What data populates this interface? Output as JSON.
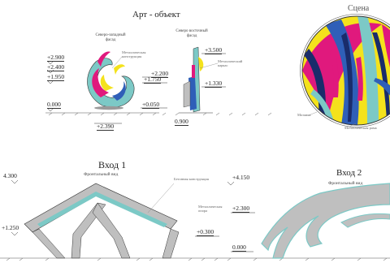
{
  "art_object": {
    "title": "Арт - объект",
    "elev_2900": "+2.900",
    "elev_2400": "+2.400",
    "elev_1950": "+1.950",
    "elev_0000": "0.000",
    "elev_2200": "+2.200",
    "elev_1750": "+1.750",
    "elev_0050": "+0.050",
    "elev_2390": "+2.390",
    "elev_3500": "+3.500",
    "elev_1330": "+1.330",
    "elev_0900": "0.900",
    "caption_ne_facade": "Северо-западный фасад",
    "caption_nw_facade": "Северо восточный фасад",
    "lead_material": "Металлическая конструкция",
    "lead_frame": "Металлический каркас"
  },
  "stage": {
    "title": "Сцена",
    "lead_left": "Мозаика",
    "lead_bottom": "Металлическая рама"
  },
  "entrance1": {
    "title": "Вход 1",
    "subtitle": "Фронтальный вид",
    "elev_4300": "4.300",
    "elev_1250": "+1.250",
    "elev_4150": "+4.150",
    "elev_2300": "+2.300",
    "elev_0300": "+0.300",
    "elev_0000": "0.000",
    "lead_1": "Бетонная конструкция",
    "lead_2": "Металлическая опора"
  },
  "entrance2": {
    "title": "Вход 2",
    "subtitle": "Фронтальный вид"
  },
  "colors": {
    "teal": "#7cc9c6",
    "grey": "#bfbfbf",
    "magenta": "#e0197d",
    "yellow": "#f4e21c",
    "blue": "#2f5fb8",
    "navy": "#1a2c6b"
  }
}
